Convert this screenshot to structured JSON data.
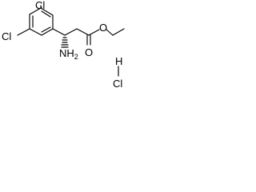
{
  "structure": {
    "labels": {
      "cl_top": "Cl",
      "cl_left": "Cl",
      "nh2_prefix": "NH",
      "nh2_subscript": "2",
      "carbonyl_oxygen": "O",
      "ester_oxygen": "O",
      "hcl_h": "H",
      "hcl_cl": "Cl"
    }
  }
}
